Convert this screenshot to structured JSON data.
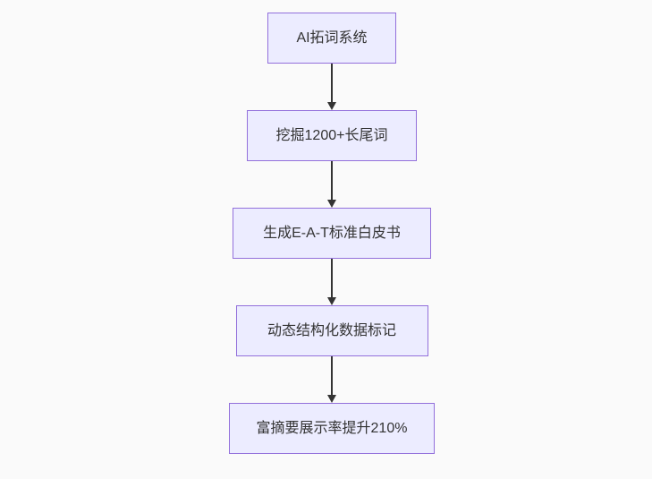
{
  "diagram": {
    "type": "flowchart",
    "direction": "top-down",
    "nodes": [
      {
        "id": "n1",
        "label": "AI拓词系统"
      },
      {
        "id": "n2",
        "label": "挖掘1200+长尾词"
      },
      {
        "id": "n3",
        "label": "生成E-A-T标准白皮书"
      },
      {
        "id": "n4",
        "label": "动态结构化数据标记"
      },
      {
        "id": "n5",
        "label": "富摘要展示率提升210%"
      }
    ],
    "edges": [
      {
        "from": "n1",
        "to": "n2"
      },
      {
        "from": "n2",
        "to": "n3"
      },
      {
        "from": "n3",
        "to": "n4"
      },
      {
        "from": "n4",
        "to": "n5"
      }
    ],
    "colors": {
      "background": "#fafafa",
      "node_fill": "#ECECFF",
      "node_border": "#9370DB",
      "arrow": "#333333",
      "text": "#333333"
    }
  }
}
